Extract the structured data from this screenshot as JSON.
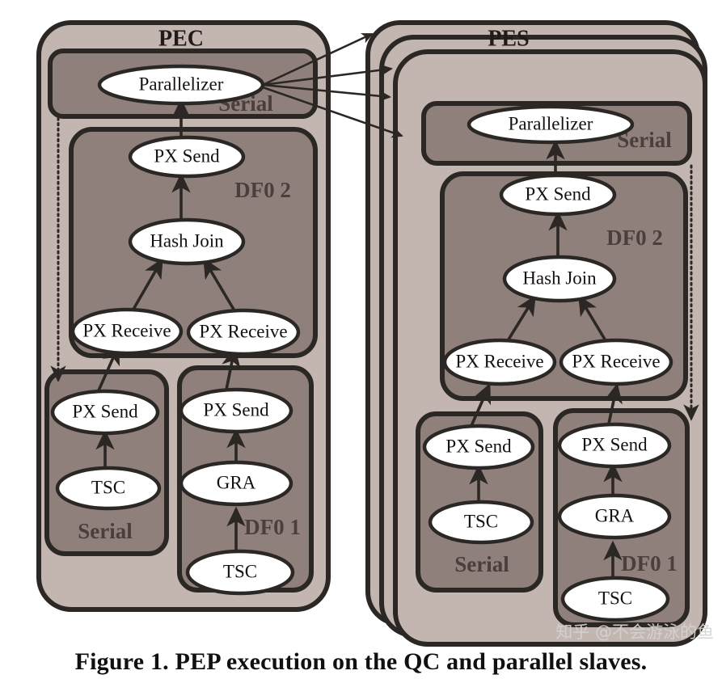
{
  "figure": {
    "caption": "Figure 1. PEP execution on the QC and parallel slaves.",
    "watermark": "知乎 @不会游泳的鱼",
    "colors": {
      "outer_panel": "#c3b6b1",
      "inner_panel": "#90807b",
      "node_fill": "#ffffff",
      "stroke": "#2b2724",
      "group_label": "#4a3f3c",
      "background": "#ffffff"
    }
  },
  "panels": {
    "left": {
      "title": "PEC",
      "groups": {
        "serial_top": {
          "label": "Serial"
        },
        "df0_2": {
          "label": "DF0 2"
        },
        "serial_bottom": {
          "label": "Serial"
        },
        "df0_1": {
          "label": "DF0 1"
        }
      },
      "nodes": {
        "parallelizer": "Parallelizer",
        "px_send_top": "PX Send",
        "hash_join": "Hash Join",
        "px_receive_left": "PX Receive",
        "px_receive_right": "PX Receive",
        "px_send_serial": "PX Send",
        "tsc_serial": "TSC",
        "px_send_df1": "PX Send",
        "gra_df1": "GRA",
        "tsc_df1": "TSC"
      }
    },
    "right": {
      "title": "PES",
      "stack_count": 3,
      "groups": {
        "serial_top": {
          "label": "Serial"
        },
        "df0_2": {
          "label": "DF0 2"
        },
        "serial_bottom": {
          "label": "Serial"
        },
        "df0_1": {
          "label": "DF0 1"
        }
      },
      "nodes": {
        "parallelizer": "Parallelizer",
        "px_send_top": "PX Send",
        "hash_join": "Hash Join",
        "px_receive_left": "PX Receive",
        "px_receive_right": "PX Receive",
        "px_send_serial": "PX Send",
        "tsc_serial": "TSC",
        "px_send_df1": "PX Send",
        "gra_df1": "GRA",
        "tsc_df1": "TSC"
      }
    }
  },
  "connectors": {
    "dispatch_arrow_count": 4,
    "dispatch_description": "Parallelizer of PEC dispatches to each stacked PES slave"
  }
}
